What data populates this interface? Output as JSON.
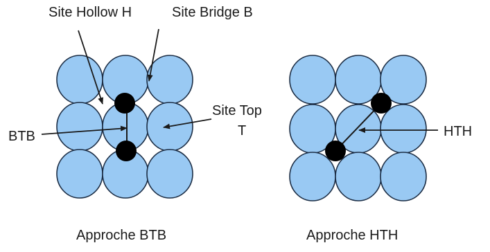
{
  "labels": {
    "hollow_site": "Site Hollow H",
    "bridge_site": "Site Bridge B",
    "top_site_line1": "Site Top",
    "top_site_line2": "T",
    "btb": "BTB",
    "hth": "HTH"
  },
  "captions": {
    "left": "Approche BTB",
    "right": "Approche HTH"
  },
  "colors": {
    "atom_fill": "#99c9f3",
    "atom_stroke": "#1c2d44",
    "adatom_fill": "#000000",
    "arrow": "#1a1a1a"
  }
}
